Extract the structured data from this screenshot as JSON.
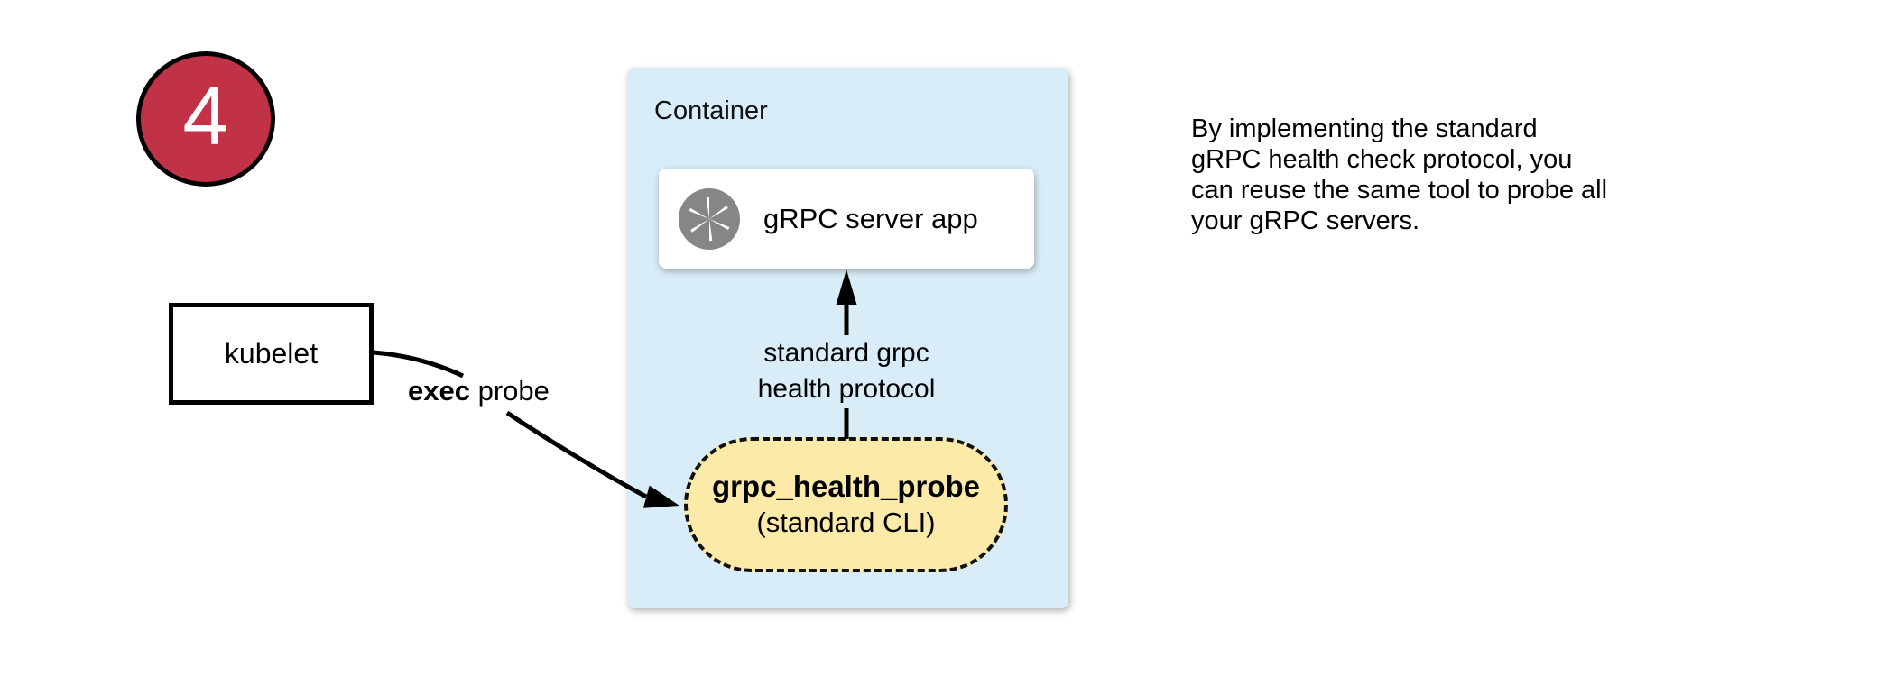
{
  "colors": {
    "badge_red": "#c23247",
    "container_blue": "#d9edf9",
    "probe_yellow": "#fceaa8",
    "icon_gray": "#868686"
  },
  "step_badge": {
    "number": "4"
  },
  "kubelet_box": {
    "label": "kubelet"
  },
  "exec_probe_label": {
    "keyword": "exec",
    "rest": " probe"
  },
  "container": {
    "title": "Container",
    "server_box": {
      "label": "gRPC server app",
      "icon": "aperture-icon"
    },
    "protocol_label": {
      "line1": "standard grpc",
      "line2": "health protocol"
    },
    "probe_box": {
      "name": "grpc_health_probe",
      "subtitle": "(standard CLI)"
    }
  },
  "note": {
    "lines": [
      "By implementing the standard",
      "gRPC health check protocol, you",
      "can reuse the same tool to probe all",
      "your gRPC servers."
    ]
  }
}
